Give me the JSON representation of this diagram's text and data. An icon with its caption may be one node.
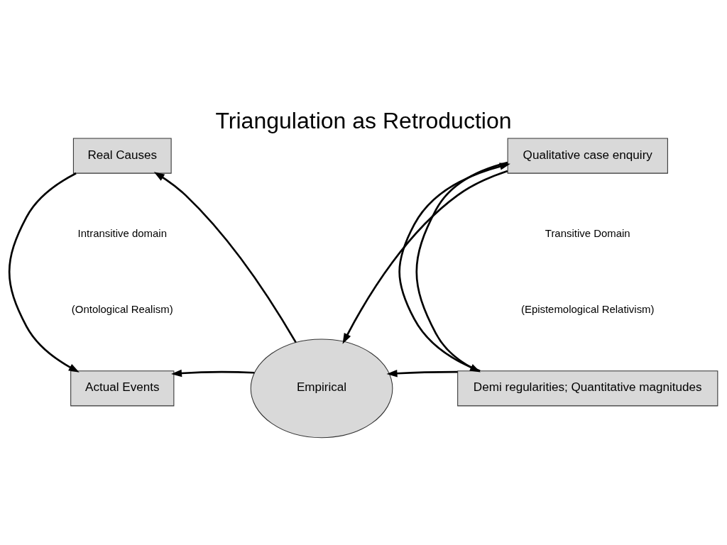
{
  "diagram": {
    "title": "Triangulation as Retroduction",
    "nodes": [
      {
        "text": [
          "Actual Events"
        ]
      },
      {
        "text": [
          "Demi regularities; Quantitative magnitudes"
        ]
      },
      {
        "text": [
          "Empirical"
        ]
      },
      {
        "text": [
          "Real Causes"
        ]
      },
      {
        "text": [
          "Qualitative case enquiry"
        ]
      }
    ],
    "edges": [
      {
        "from": 2,
        "to": 0,
        "arrow": "to"
      },
      {
        "from": 1,
        "to": 2,
        "arrow": "to"
      },
      {
        "from": 2,
        "to": 3,
        "arrow": "to"
      },
      {
        "from": 4,
        "to": 2,
        "arrow": "to"
      },
      {
        "from": 3,
        "to": 0,
        "arrow": "to"
      },
      {
        "from": 4,
        "to": 1,
        "arrow": "to"
      },
      {
        "from": 1,
        "to": 4,
        "arrow": "to"
      }
    ],
    "labels": [
      "Intransitive domain",
      "Transitive Domain",
      "(Ontological Realism)",
      "(Epistemological Relativism)"
    ]
  }
}
